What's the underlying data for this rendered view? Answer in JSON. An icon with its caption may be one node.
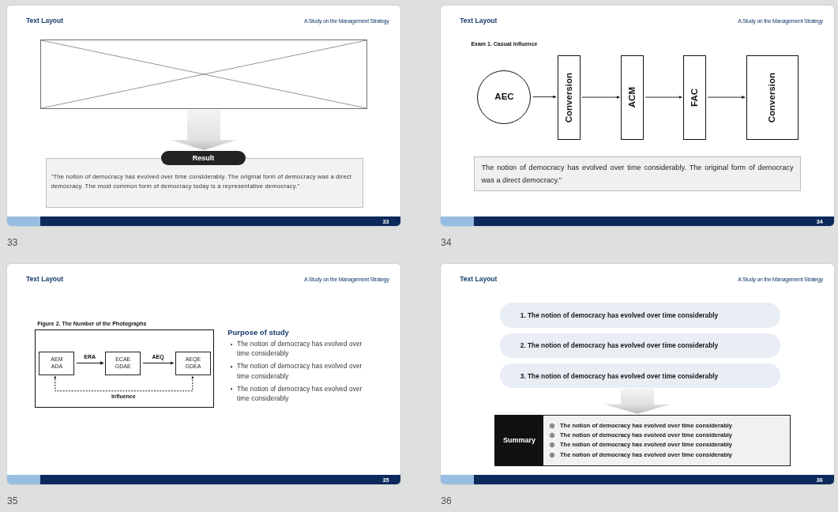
{
  "diagram": {
    "nodes": [
      {
        "text": [
          "Text Layout",
          "A Study on the Management Strategy"
        ],
        "beside": [
          "33"
        ]
      },
      {
        "text": [],
        "shape": "box",
        "in": 0
      },
      {
        "text": [
          "Result"
        ],
        "in": 0
      },
      {
        "text": [
          "\"The notion of democracy has evolved over time considerably. The original form of democracy was a direct democracy. The most common form of democracy today is a representative democracy.\""
        ],
        "in": 0
      },
      {
        "text": [
          "33"
        ],
        "in": 0
      },
      {
        "text": [
          "Text Layout",
          "A Study on the Management Strategy"
        ],
        "beside": [
          "34"
        ]
      },
      {
        "text": [
          "AEC"
        ],
        "in": 5
      },
      {
        "text": [
          "Conversion"
        ],
        "in": 5
      },
      {
        "text": [
          "ACM"
        ],
        "in": 5
      },
      {
        "text": [
          "FAC"
        ],
        "in": 5
      },
      {
        "text": [
          "Conversion"
        ],
        "in": 5
      },
      {
        "text": [
          "The notion of democracy has evolved over time considerably. The original form of democracy was a direct democracy.\""
        ],
        "in": 5
      },
      {
        "text": [
          "34"
        ],
        "in": 5
      },
      {
        "text": [
          "Text Layout",
          "A Study on the Management Strategy"
        ],
        "beside": [
          "35"
        ]
      },
      {
        "text": [
          "Figure 2. The Number of the Photographs"
        ],
        "in": 13
      },
      {
        "text": [
          "AEM ADA"
        ],
        "in": 14
      },
      {
        "text": [
          "ECAE GDAE"
        ],
        "in": 14
      },
      {
        "text": [
          "AEQE GDEA"
        ],
        "in": 14
      },
      {
        "text": [
          "35"
        ],
        "in": 13
      },
      {
        "text": [
          "Text Layout",
          "A Study on the Management Strategy"
        ],
        "beside": [
          "36"
        ]
      },
      {
        "text": [
          "1. The notion of democracy has evolved over time considerably"
        ],
        "in": 19
      },
      {
        "text": [
          "2. The notion of democracy has evolved over time considerably"
        ],
        "in": 19
      },
      {
        "text": [
          "3. The notion of democracy has evolved over time considerably"
        ],
        "in": 19
      },
      {
        "text": [
          "Summary",
          "The notion of democracy has evolved over time considerably",
          "The notion of democracy has evolved over time considerably",
          "The notion of democracy has evolved over time considerably",
          "The notion of democracy has evolved over time considerably"
        ],
        "in": 19
      },
      {
        "text": [
          "36"
        ],
        "in": 19
      }
    ],
    "edges": [
      {
        "from": 1,
        "to": 2,
        "arrow": "to",
        "style": "thick",
        "color": "#bdbdbd"
      },
      {
        "from": 6,
        "to": 7,
        "arrow": "to"
      },
      {
        "from": 7,
        "to": 8,
        "arrow": "to"
      },
      {
        "from": 8,
        "to": 9,
        "arrow": "to"
      },
      {
        "from": 9,
        "to": 10,
        "arrow": "to"
      },
      {
        "from": 15,
        "to": 16,
        "arrow": "to",
        "label": "ERA"
      },
      {
        "from": 16,
        "to": 17,
        "arrow": "to",
        "label": "AEQ"
      },
      {
        "from": 15,
        "to": 17,
        "arrow": "both",
        "style": "dashed",
        "label": "influence"
      },
      {
        "from": 22,
        "to": 23,
        "arrow": "to",
        "style": "thick",
        "color": "#bdbdbd"
      }
    ],
    "labels": [
      "Exam 1. Casual influence",
      "Purpose of study",
      "The notion of democracy has evolved over time considerably",
      "The notion of democracy has evolved over time considerably",
      "The notion of democracy has evolved over time considerably"
    ]
  }
}
